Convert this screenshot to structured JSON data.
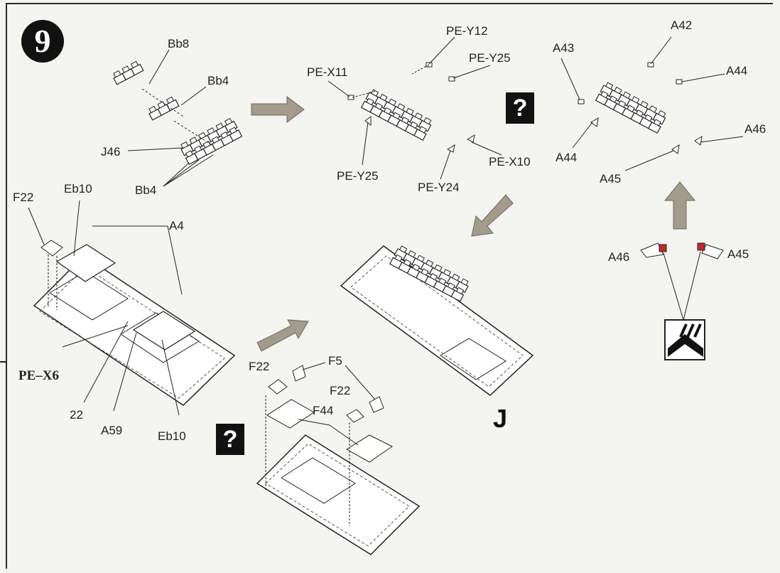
{
  "step": {
    "number": "9"
  },
  "variant_mark": "?",
  "section_mark": "J",
  "labels": {
    "bb8": "Bb8",
    "bb4_top": "Bb4",
    "j46": "J46",
    "bb4_bottom": "Bb4",
    "pe_x11": "PE-X11",
    "pe_y12": "PE-Y12",
    "pe_y25_top": "PE-Y25",
    "pe_y25_bottom": "PE-Y25",
    "pe_y24": "PE-Y24",
    "pe_x10": "PE-X10",
    "a42": "A42",
    "a43": "A43",
    "a44_right": "A44",
    "a44_left": "A44",
    "a45_top": "A45",
    "a46_top": "A46",
    "a46_bottom": "A46",
    "a45_bottom": "A45",
    "f22_left": "F22",
    "eb10_top": "Eb10",
    "a4": "A4",
    "pe_x6": "PE–X6",
    "n22": "22",
    "a59": "A59",
    "eb10_bottom": "Eb10",
    "f22_mid": "F22",
    "f5": "F5",
    "f22_mid2": "F22",
    "f44": "F44"
  },
  "colors": {
    "arrow_fill": "#a39b8c",
    "ink": "#222222",
    "paper": "#f4f4f1",
    "accent_red": "#c0282d"
  }
}
